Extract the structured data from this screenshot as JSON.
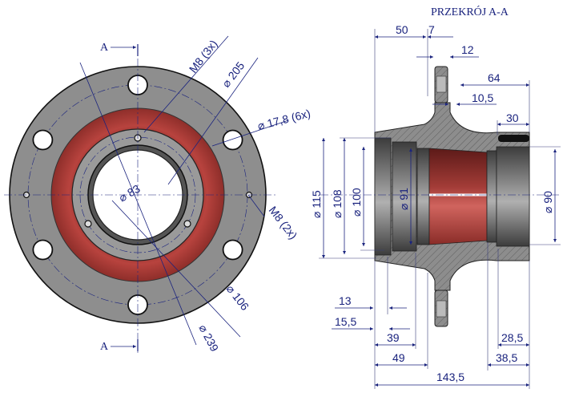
{
  "title": "PRZEKRÓJ A-A",
  "section_marker": "A",
  "colors": {
    "dimension": "#1a237e",
    "metal": "#8c8c8c",
    "bearing_seat": "#b8433e",
    "outline": "#111111"
  },
  "front_view": {
    "labels": {
      "bolt_circle_thread": "M8 (3x)",
      "bolt_circle_dia": "⌀ 205",
      "stud_holes": "⌀ 17,8 (6x)",
      "bore": "⌀ 83",
      "side_thread": "M8 (2x)",
      "inner_dia": "⌀ 106",
      "outer_dia": "⌀ 239"
    }
  },
  "section_view": {
    "top": {
      "d50": "50",
      "d7": "7",
      "d12": "12",
      "d64": "64",
      "d10_5": "10,5",
      "d30": "30"
    },
    "left_diameters": {
      "d115": "⌀ 115",
      "d108": "⌀ 108",
      "d100": "⌀ 100",
      "d91": "⌀ 91"
    },
    "right_diameter": {
      "d90": "⌀ 90"
    },
    "bottom": {
      "d13": "13",
      "d15_5": "15,5",
      "d39": "39",
      "d49": "49",
      "d28_5": "28,5",
      "d38_5": "38,5",
      "d143_5": "143,5"
    }
  }
}
